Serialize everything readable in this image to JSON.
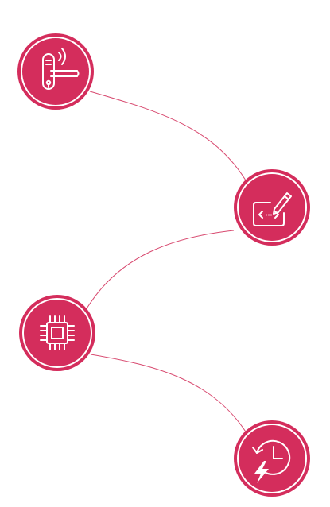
{
  "colors": {
    "node_fill": "#d42d5c",
    "node_ring": "#ffffff",
    "connector": "#d84a70",
    "glyph": "#ffffff"
  },
  "nodes": [
    {
      "id": "smart-lock",
      "icon": "smart-door-lock-icon"
    },
    {
      "id": "code-edit",
      "icon": "code-edit-icon"
    },
    {
      "id": "chip",
      "icon": "processor-chip-icon"
    },
    {
      "id": "history",
      "icon": "restore-history-icon"
    }
  ],
  "connections": [
    {
      "from": "smart-lock",
      "to": "code-edit"
    },
    {
      "from": "code-edit",
      "to": "chip"
    },
    {
      "from": "chip",
      "to": "history"
    }
  ]
}
